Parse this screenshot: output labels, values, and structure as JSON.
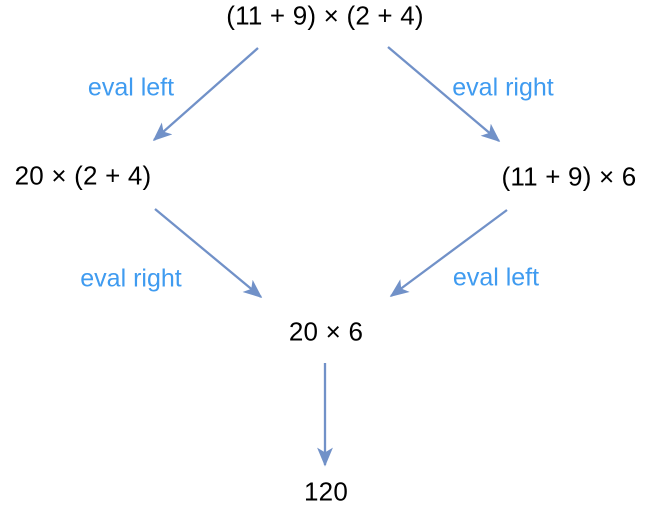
{
  "diagram": {
    "nodes": {
      "top": "(11 + 9) × (2 + 4)",
      "left": "20 × (2 + 4)",
      "right": "(11 + 9) × 6",
      "middle": "20 × 6",
      "result": "120"
    },
    "edges": [
      {
        "from": "(11 + 9) × (2 + 4)",
        "to": "20 × (2 + 4)",
        "label": "eval left"
      },
      {
        "from": "(11 + 9) × (2 + 4)",
        "to": "(11 + 9) × 6",
        "label": "eval right"
      },
      {
        "from": "20 × (2 + 4)",
        "to": "20 × 6",
        "label": "eval right"
      },
      {
        "from": "(11 + 9) × 6",
        "to": "20 × 6",
        "label": "eval left"
      },
      {
        "from": "20 × 6",
        "to": "120",
        "label": ""
      }
    ],
    "colors": {
      "node_text": "#000000",
      "edge_label_text": "#3f9bf0",
      "arrow": "#7191c8",
      "background": "#ffffff"
    }
  }
}
